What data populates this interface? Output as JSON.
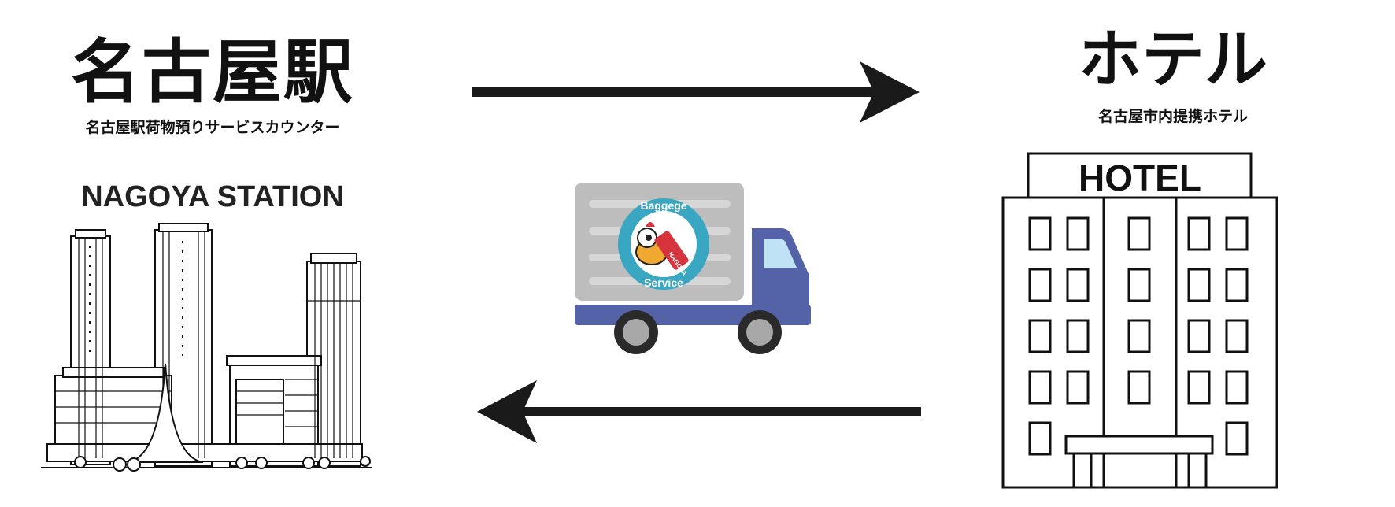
{
  "origin": {
    "title": "名古屋駅",
    "subtitle": "名古屋駅荷物預りサービスカウンター",
    "illustration_label": "NAGOYA STATION"
  },
  "destination": {
    "title": "ホテル",
    "subtitle": "名古屋市内提携ホテル",
    "sign_text": "HOTEL"
  },
  "truck": {
    "badge_top": "Baggege",
    "badge_bottom": "Service",
    "suitcase_text": "NAGOYA"
  },
  "colors": {
    "truck_body": "#5463a8",
    "cargo_box": "#bdbdbd",
    "window": "#bfe3f4",
    "wheel_tire": "#2a2a2a",
    "wheel_hub": "#a8a8a8",
    "badge_ring": "#3aa7c2",
    "suitcase": "#d6343c",
    "arrow": "#1a1a1a"
  },
  "icons": [
    "station-buildings-icon",
    "truck-icon",
    "hotel-building-icon",
    "right-arrow-icon",
    "left-arrow-icon"
  ]
}
